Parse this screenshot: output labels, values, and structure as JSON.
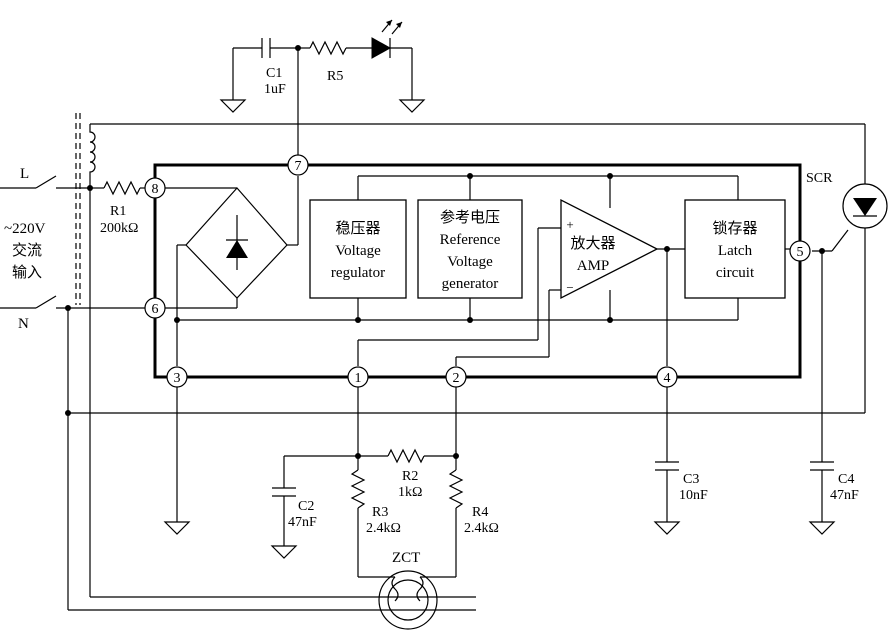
{
  "labels": {
    "L": "L",
    "N": "N",
    "mains_voltage": "~220V",
    "mains_line2": "交流",
    "mains_line3": "输入",
    "c1_name": "C1",
    "c1_value": "1uF",
    "r5_name": "R5",
    "r1_name": "R1",
    "r1_value": "200kΩ",
    "scr": "SCR",
    "r2_name": "R2",
    "r2_value": "1kΩ",
    "r3_name": "R3",
    "r3_value": "2.4kΩ",
    "r4_name": "R4",
    "r4_value": "2.4kΩ",
    "c2_name": "C2",
    "c2_value": "47nF",
    "c3_name": "C3",
    "c3_value": "10nF",
    "c4_name": "C4",
    "c4_value": "47nF",
    "zct": "ZCT"
  },
  "blocks": {
    "regulator": [
      "稳压器",
      "Voltage",
      "regulator"
    ],
    "reference": [
      "参考电压",
      "Reference",
      "Voltage",
      "generator"
    ],
    "amp_cn": "放大器",
    "amp_en": "AMP",
    "amp_plus": "+",
    "amp_minus": "−",
    "latch": [
      "锁存器",
      "Latch",
      "circuit"
    ]
  },
  "pins": [
    "1",
    "2",
    "3",
    "4",
    "5",
    "6",
    "7",
    "8"
  ]
}
